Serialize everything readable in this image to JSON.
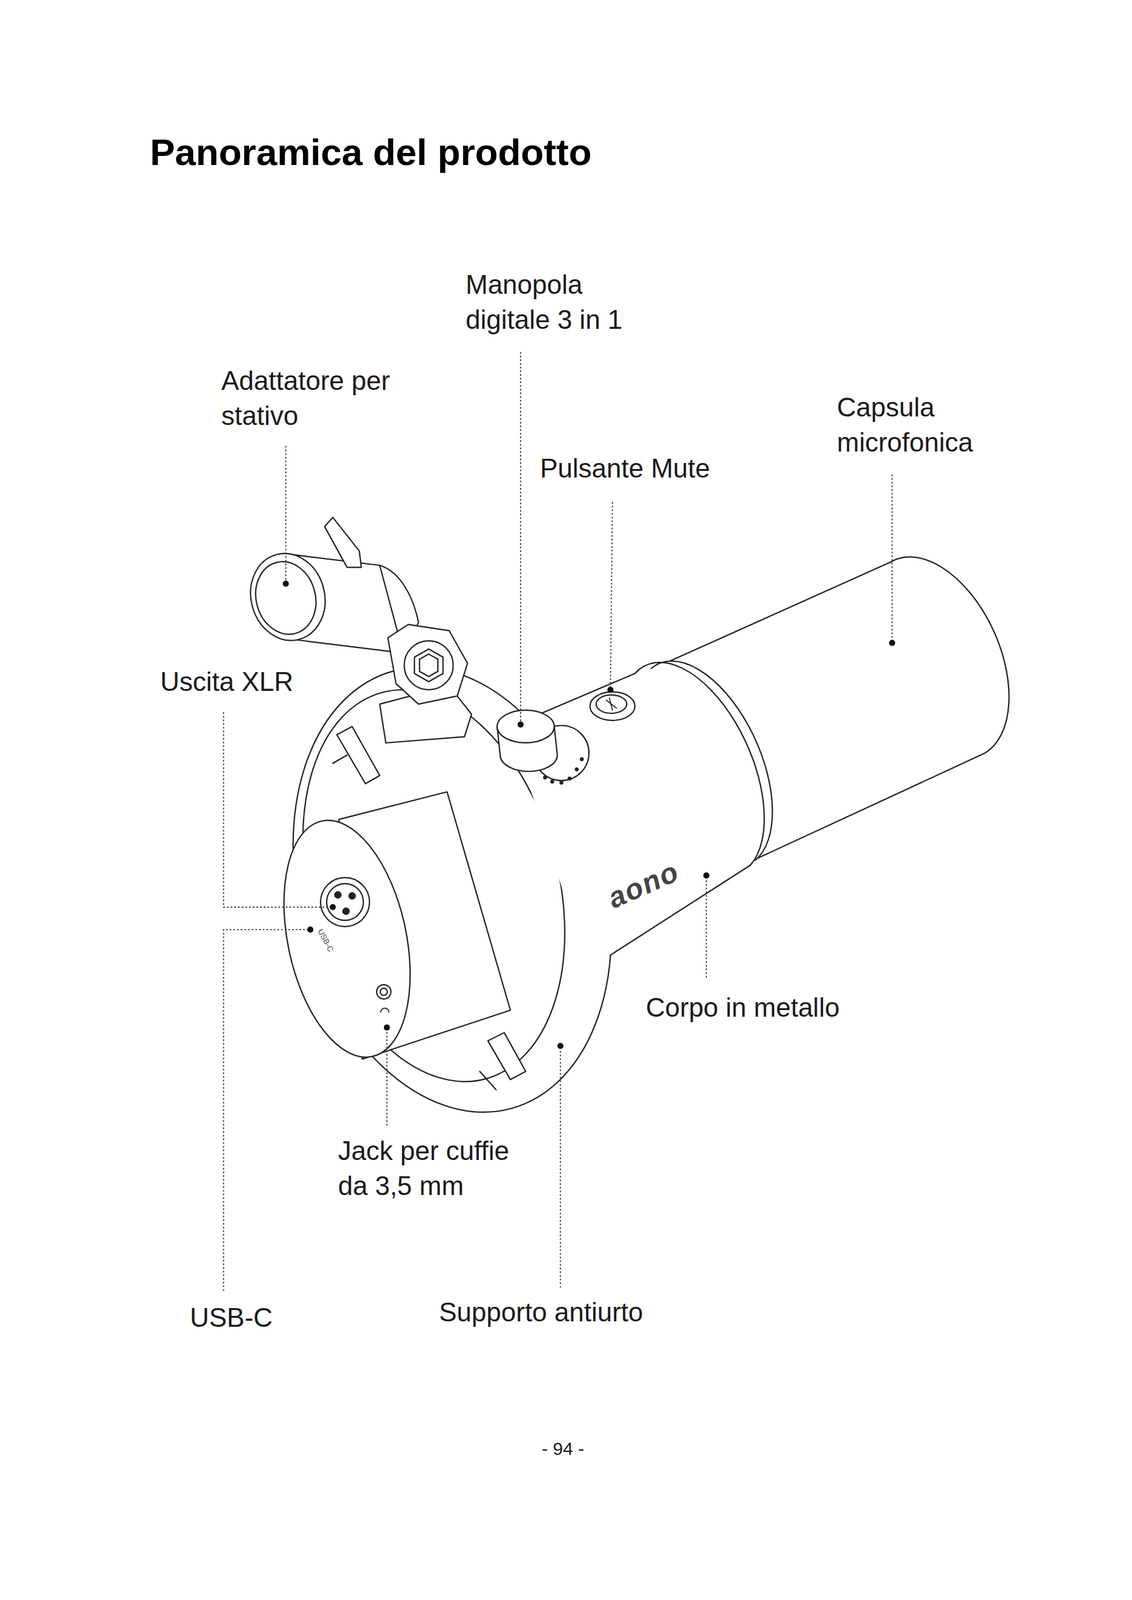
{
  "diagram": {
    "title": "Panoramica del prodotto",
    "labels": [
      "Manopola digitale 3 in 1",
      "Adattatore per stativo",
      "Capsula microfonica",
      "Pulsante Mute",
      "Uscita XLR",
      "aono",
      "USB-C",
      "Corpo in metallo",
      "Jack per cuffie da 3,5 mm",
      "USB-C",
      "Supporto antiurto",
      "- 94 -"
    ]
  }
}
